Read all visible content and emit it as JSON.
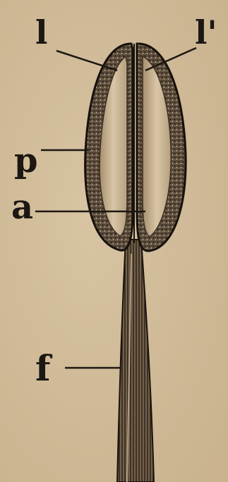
{
  "figure": {
    "labels": {
      "l": "l",
      "l_prime": "l'",
      "p": "p",
      "a": "a",
      "f": "f"
    }
  },
  "colors": {
    "ink": "#1c1712",
    "paper": "#d2bd9c"
  }
}
